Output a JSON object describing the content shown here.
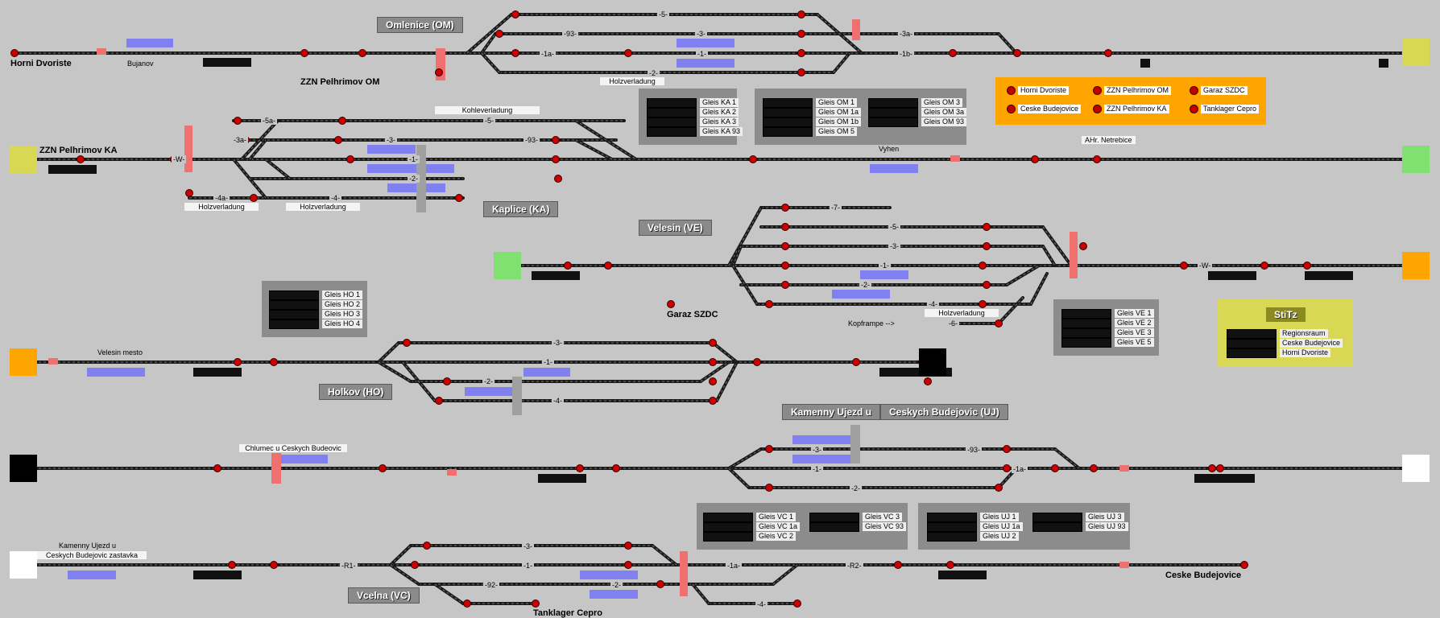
{
  "colors": {
    "background": "#c6c6c6",
    "track": "#1a1a1a",
    "signal_red": "#cc0000",
    "occupied_blue": "#8080f0",
    "route_red": "#f07070",
    "panel_gray": "#8c8c8c",
    "orange": "#ffa500",
    "yellow": "#d9d854",
    "green": "#80e070",
    "black": "#000000",
    "white": "#ffffff"
  },
  "stations": {
    "omlenice": "Omlenice (OM)",
    "kaplice": "Kaplice (KA)",
    "velesin": "Velesin (VE)",
    "holkov": "Holkov (HO)",
    "kamenny": "Kamenny Ujezd u",
    "ceskych": "Ceskych Budejovic (UJ)",
    "vcelna": "Vcelna (VC)"
  },
  "places": {
    "horni": "Horni Dvoriste",
    "zzn_om": "ZZN Pelhrimov OM",
    "zzn_ka": "ZZN Pelhrimov KA",
    "garaz": "Garaz SZDC",
    "ceske": "Ceske Budejovice",
    "tanklager": "Tanklager Cepro"
  },
  "labels": {
    "bujanov": "Bujanov",
    "holzverladung1": "Holzverladung",
    "kohleverladung": "Kohleverladung",
    "holzverladung2": "Holzverladung",
    "holzverladung3": "Holzverladung",
    "vyhen": "Vyhen",
    "ahr": "AHr. Netrebice",
    "holzverladung4": "Holzverladung",
    "kopframpe": "Kopframpe -->",
    "velesin_mesto": "Velesin mesto",
    "chlumec": "Chlumec u Ceskych Budeovic",
    "kamenny_z1": "Kamenny Ujezd u",
    "kamenny_z2": "Ceskych Budejovic zastavka"
  },
  "tracks": {
    "t5": "-5-",
    "t93": "-93-",
    "t3": "-3-",
    "t1a": "-1a-",
    "t1": "-1-",
    "t2": "-2-",
    "t3a": "-3a-",
    "t1b": "-1b-",
    "t5a": "-5a-",
    "tW": "-W-",
    "t4a": "-4a-",
    "t4": "-4-",
    "t7": "-7-",
    "t6": "-6-",
    "tR1": "-R1-",
    "tR2": "-R2-",
    "t92": "-92-"
  },
  "panels": {
    "ka": [
      "Gleis KA 1",
      "Gleis KA 2",
      "Gleis KA 3",
      "Gleis KA 93"
    ],
    "om_a": [
      "Gleis OM 1",
      "Gleis OM 1a",
      "Gleis OM 1b",
      "Gleis OM 5"
    ],
    "om_b": [
      "Gleis OM 3",
      "Gleis OM 3a",
      "Gleis OM 93"
    ],
    "ho": [
      "Gleis HO 1",
      "Gleis HO 2",
      "Gleis HO 3",
      "Gleis HO 4"
    ],
    "ve": [
      "Gleis VE 1",
      "Gleis VE 2",
      "Gleis VE 3",
      "Gleis VE 5"
    ],
    "vc_a": [
      "Gleis VC 1",
      "Gleis VC 1a",
      "Gleis VC 2"
    ],
    "vc_b": [
      "Gleis VC 3",
      "Gleis VC 93"
    ],
    "uj_a": [
      "Gleis UJ 1",
      "Gleis UJ 1a",
      "Gleis UJ 2"
    ],
    "uj_b": [
      "Gleis UJ 3",
      "Gleis UJ 93"
    ]
  },
  "orange_items": [
    "Horni Dvoriste",
    "ZZN Pelhrimov OM",
    "Garaz SZDC",
    "Ceske Budejovice",
    "ZZN Pelhrimov KA",
    "Tanklager Cepro"
  ],
  "stitz": {
    "title": "StiTz",
    "items": [
      "Regionsraum",
      "Ceske Budejovice",
      "Horni Dvoriste"
    ]
  }
}
